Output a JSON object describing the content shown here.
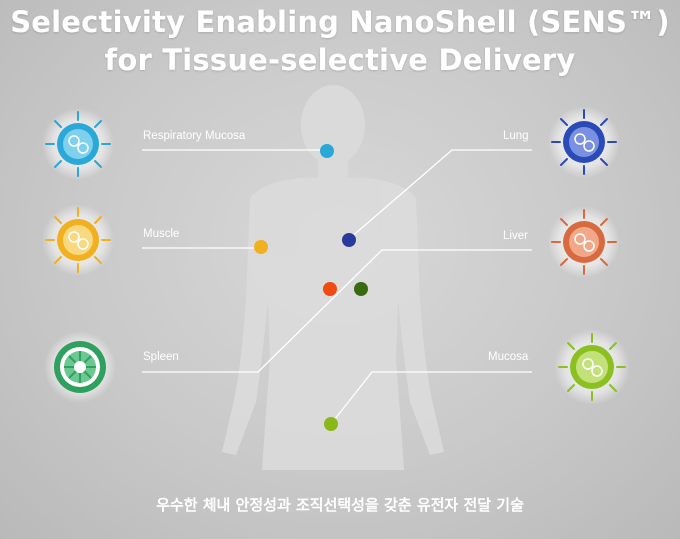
{
  "title_line1": "Selectivity Enabling NanoShell (SENS™)",
  "title_line2": "for Tissue-selective Delivery",
  "caption": "우수한 체내 안정성과 조직선택성을 갖춘 유전자 전달 기술",
  "labels": {
    "respiratory": "Respiratory Mucosa",
    "muscle": "Muscle",
    "spleen": "Spleen",
    "lung": "Lung",
    "liver": "Liver",
    "mucosa": "Mucosa"
  },
  "colors": {
    "respiratory": "#2aa8d8",
    "muscle": "#f0b020",
    "spleen": "#2fa060",
    "lung": "#2a3a9a",
    "liver": "#e05020",
    "liver_dot2": "#3a6a10",
    "mucosa": "#8ac020",
    "body": "#dedede",
    "line": "#ffffff"
  }
}
